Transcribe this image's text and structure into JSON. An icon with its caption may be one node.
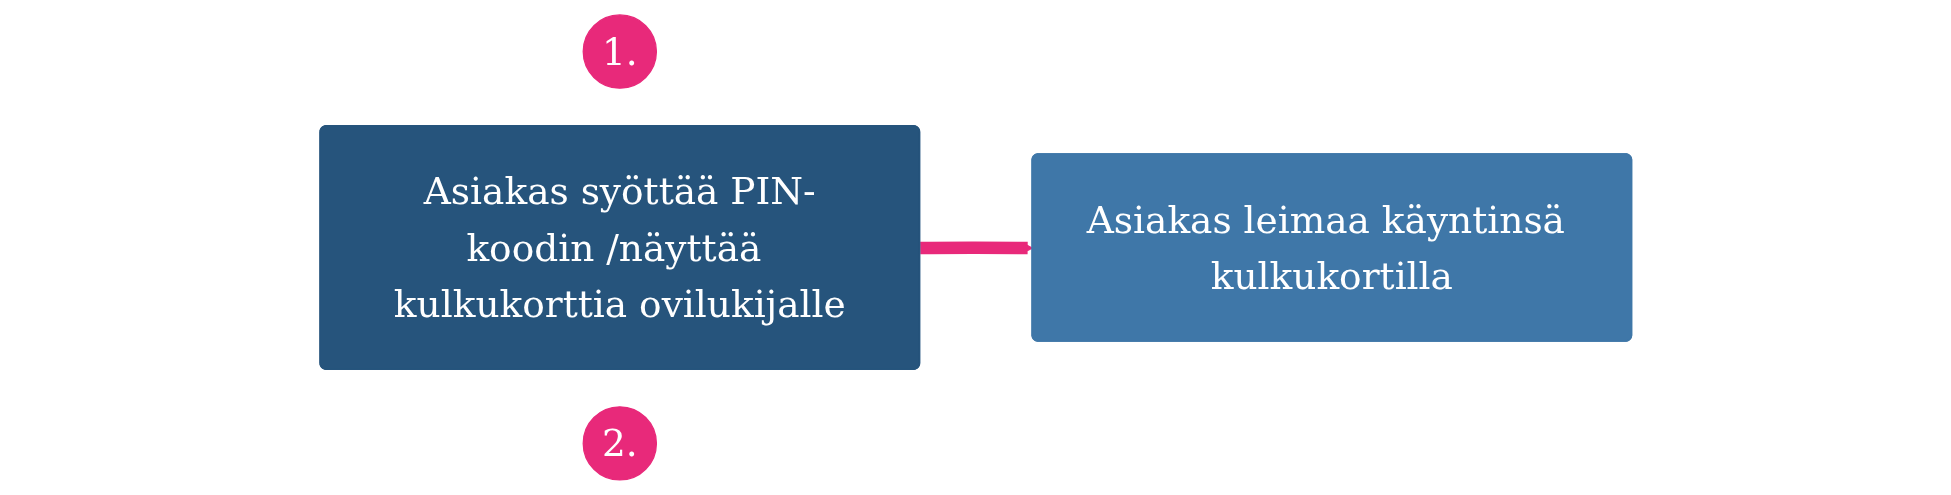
{
  "diagram": {
    "nodes": [
      {
        "text": [
          "1."
        ]
      },
      {
        "text": [
          "Asiakas syöttää PIN-koodin /näyttää kulkukorttia ovilukijalle"
        ]
      },
      {
        "text": [
          "2."
        ]
      },
      {
        "text": [
          "Asiakas leimaa käyntinsä kulkukortilla"
        ]
      }
    ],
    "edges": [
      {
        "from": 1,
        "to": 3,
        "arrow": "to"
      }
    ]
  }
}
